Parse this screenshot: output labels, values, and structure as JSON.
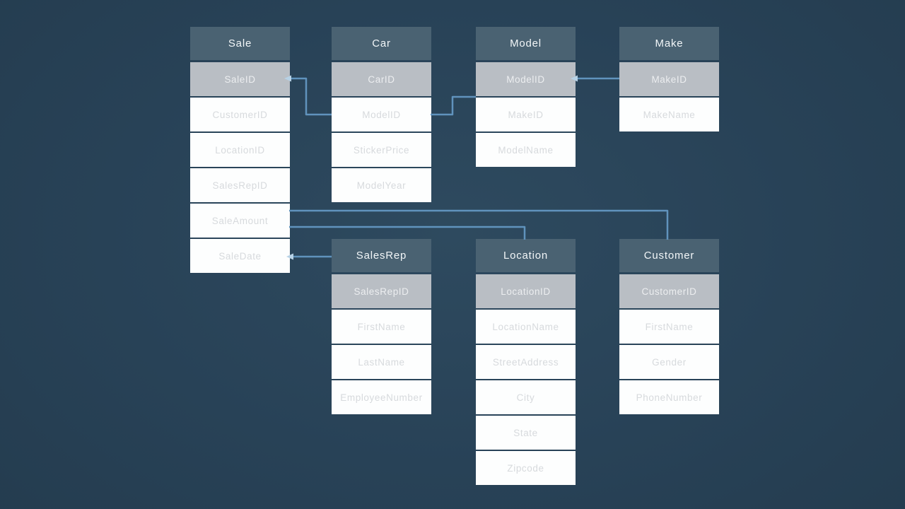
{
  "diagram": {
    "type": "entity-relationship-schema",
    "colors": {
      "background": "#284257",
      "table_header": "#4a6272",
      "key_row": "#b9bec4",
      "field_row": "#fdfefe",
      "field_text": "#d7dadd",
      "header_text": "#f2f6f8",
      "connector": "#6093bd",
      "arrowhead": "#b7d2e6"
    },
    "tables": [
      {
        "name": "Sale",
        "key": "SaleID",
        "fields": [
          "SaleID",
          "CustomerID",
          "LocationID",
          "SalesRepID",
          "SaleAmount",
          "SaleDate"
        ]
      },
      {
        "name": "Car",
        "key": "CarID",
        "fields": [
          "CarID",
          "ModelID",
          "StickerPrice",
          "ModelYear"
        ]
      },
      {
        "name": "Model",
        "key": "ModelID",
        "fields": [
          "ModelID",
          "MakeID",
          "ModelName"
        ]
      },
      {
        "name": "Make",
        "key": "MakeID",
        "fields": [
          "MakeID",
          "MakeName"
        ]
      },
      {
        "name": "SalesRep",
        "key": "SalesRepID",
        "fields": [
          "SalesRepID",
          "FirstName",
          "LastName",
          "EmployeeNumber"
        ]
      },
      {
        "name": "Location",
        "key": "LocationID",
        "fields": [
          "LocationID",
          "LocationName",
          "StreetAddress",
          "City",
          "State",
          "Zipcode"
        ]
      },
      {
        "name": "Customer",
        "key": "CustomerID",
        "fields": [
          "CustomerID",
          "FirstName",
          "Gender",
          "PhoneNumber"
        ]
      }
    ],
    "relationships": [
      {
        "from": "Sale.SaleID",
        "to": "Car.ModelID"
      },
      {
        "from": "Car.ModelID",
        "to": "Model.ModelID"
      },
      {
        "from": "Make.MakeID",
        "to": "Model.ModelID"
      },
      {
        "from": "Sale",
        "to": "Customer"
      },
      {
        "from": "Sale",
        "to": "Location"
      },
      {
        "from": "Sale.SaleDate",
        "to": "SalesRep"
      }
    ]
  }
}
